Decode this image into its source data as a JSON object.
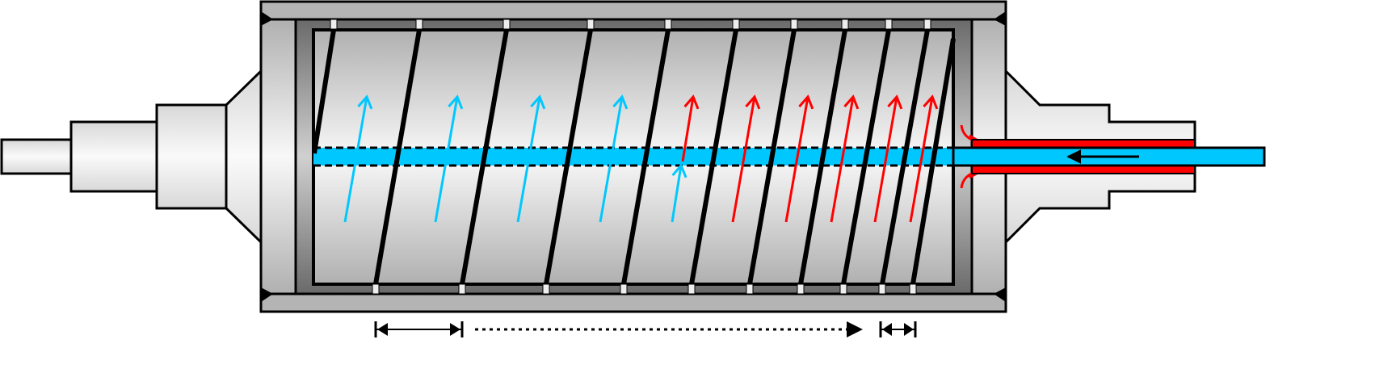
{
  "colors": {
    "coolant": "#00c8ff",
    "heat": "#ff0000",
    "outline": "#000000",
    "housing": "#b4b4b4",
    "barrel_dark": "#707070"
  },
  "diagram": {
    "flight_count": 10,
    "cool_arrow_count": 5,
    "hot_arrow_count": 6
  }
}
